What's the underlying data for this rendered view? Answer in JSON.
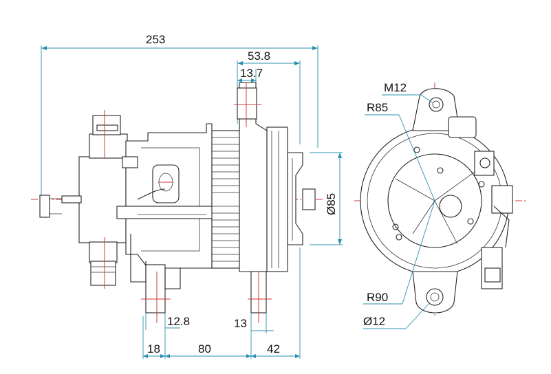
{
  "dimensions": {
    "overall_length": "253",
    "pulley_to_mount": "53.8",
    "mount_width": "13.7",
    "pulley_diameter": "Ø85",
    "foot_width": "12.8",
    "foot_offset": "13",
    "bottom_left": "18",
    "bottom_middle": "80",
    "bottom_right": "42"
  },
  "front_view": {
    "thread": "M12",
    "top_radius": "R85",
    "bottom_radius": "R90",
    "hole_diameter": "Ø12"
  },
  "colors": {
    "dimension_line": "#2a8fb0",
    "centerline": "#d23a3a",
    "outline": "#222222"
  }
}
